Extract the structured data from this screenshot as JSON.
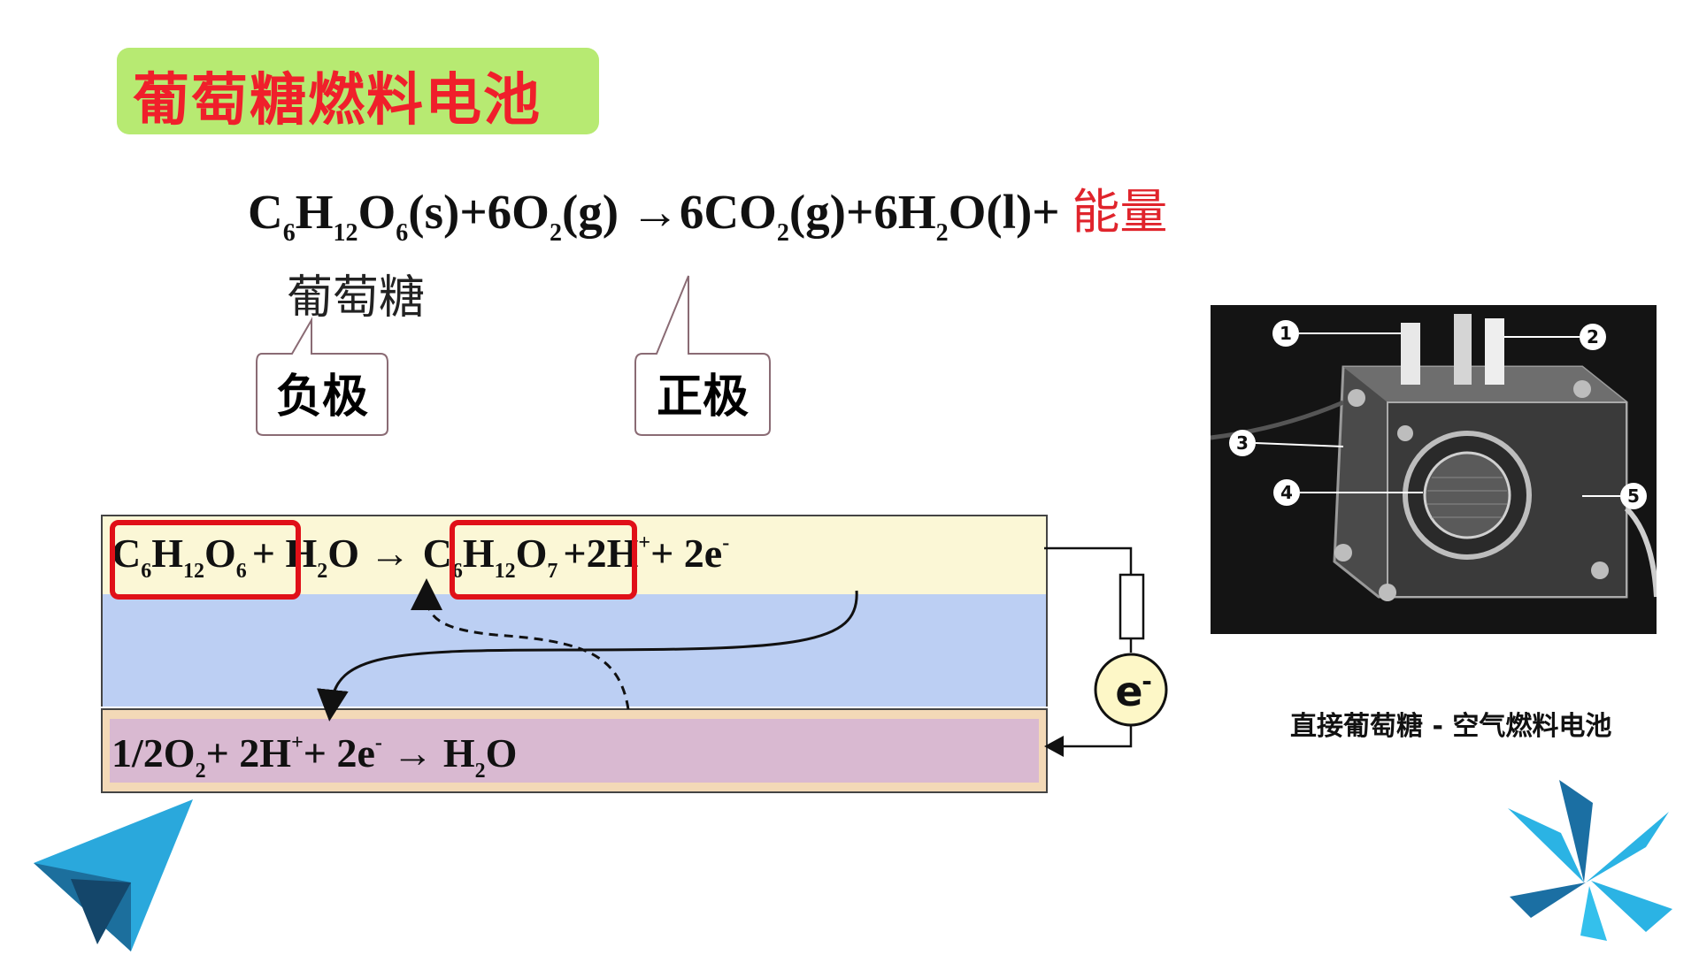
{
  "slide": {
    "title": "葡萄糖燃料电池",
    "equation": {
      "reactants": [
        "C",
        "6",
        "H",
        "12",
        "O",
        "6",
        "(s)+6O",
        "2",
        "(g) →6CO",
        "2",
        "(g)+6H",
        "2",
        "O(l)+ "
      ],
      "energy": "能量"
    },
    "glucose_label": "葡萄糖",
    "anode_label": "负极",
    "cathode_label": "正极",
    "anode_reaction": {
      "glucose": [
        "C",
        "6",
        "H",
        "12",
        "O",
        "6"
      ],
      "plus_water": [
        "+ H",
        "2",
        "O →"
      ],
      "product": [
        "C",
        "6",
        "H",
        "12",
        "O",
        "7"
      ],
      "tail": [
        "+2H",
        "+",
        "+ 2e",
        "-"
      ]
    },
    "cathode_reaction": [
      "1/2O",
      "2",
      "+ 2H",
      "+",
      "+ 2e",
      "-",
      " → H",
      "2",
      "O"
    ],
    "electron_symbol": "e",
    "electron_sup": "-",
    "photo_markers": [
      "1",
      "2",
      "3",
      "4",
      "5"
    ],
    "photo_caption": "直接葡萄糖 - 空气燃料电池"
  },
  "colors": {
    "title_bg": "#b7ea72",
    "title_text": "#f01f2b",
    "energy_text": "#e0242c",
    "callout_text": "#e21c25",
    "anode_band": "#fbf7d6",
    "membrane_band": "#bccff3",
    "cathode_band": "#d9b9d1",
    "highlight_box": "#e01018"
  },
  "icons": [
    "paper-plane-logo-icon",
    "starburst-logo-icon",
    "electron-meter-icon",
    "resistor-icon"
  ]
}
